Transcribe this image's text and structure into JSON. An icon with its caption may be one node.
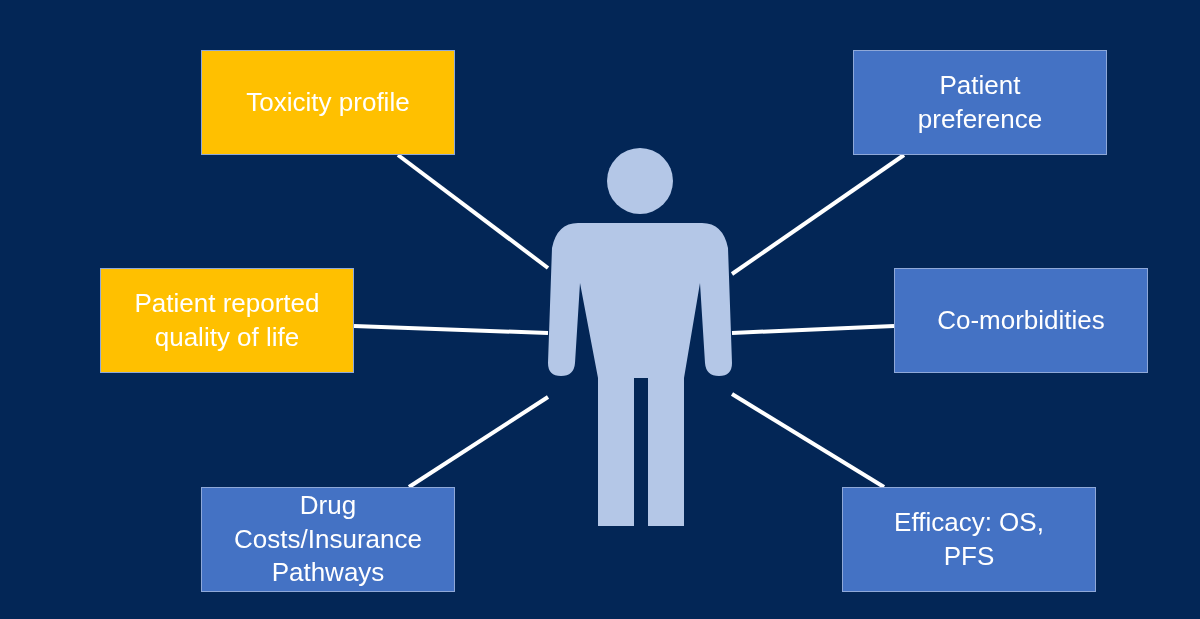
{
  "diagram": {
    "nodes": [
      {
        "text": [
          "Toxicity profile"
        ]
      },
      {
        "text": [
          "Patient preference"
        ]
      },
      {
        "text": [],
        "shape": "person"
      },
      {
        "text": [
          "Patient reported quality of life"
        ]
      },
      {
        "text": [
          "Co-morbidities"
        ]
      },
      {
        "text": [
          "Drug Costs/Insurance Pathways"
        ]
      },
      {
        "text": [
          "Efficacy: OS, PFS"
        ]
      }
    ],
    "edges": [
      {
        "from": 0,
        "to": 2,
        "arrow": "none"
      },
      {
        "from": 1,
        "to": 2,
        "arrow": "none"
      },
      {
        "from": 3,
        "to": 2,
        "arrow": "none"
      },
      {
        "from": 4,
        "to": 2,
        "arrow": "none"
      },
      {
        "from": 5,
        "to": 2,
        "arrow": "none"
      },
      {
        "from": 6,
        "to": 2,
        "arrow": "none"
      }
    ]
  }
}
